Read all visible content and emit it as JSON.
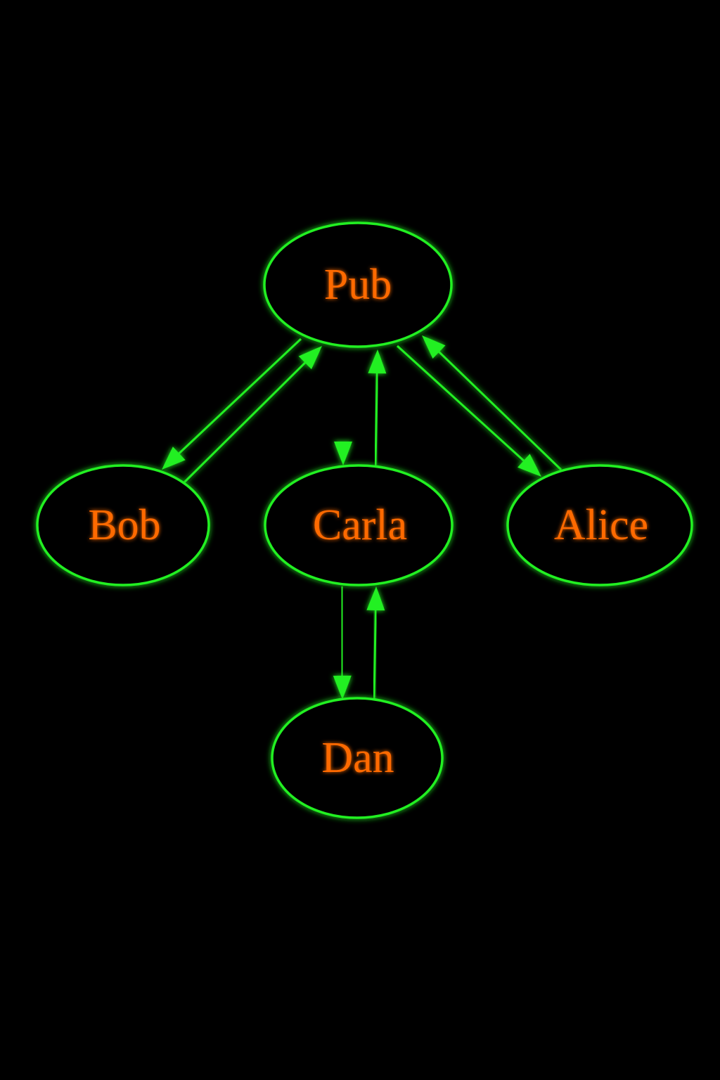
{
  "colors": {
    "background": "#000000",
    "stroke": "#22f022",
    "label": "#ff6a00"
  },
  "nodes": [
    {
      "id": "pub",
      "label": "Pub"
    },
    {
      "id": "bob",
      "label": "Bob"
    },
    {
      "id": "carla",
      "label": "Carla"
    },
    {
      "id": "alice",
      "label": "Alice"
    },
    {
      "id": "dan",
      "label": "Dan"
    }
  ],
  "edges": [
    {
      "from": "pub",
      "to": "bob"
    },
    {
      "from": "bob",
      "to": "pub"
    },
    {
      "from": "pub",
      "to": "carla"
    },
    {
      "from": "carla",
      "to": "pub"
    },
    {
      "from": "pub",
      "to": "alice"
    },
    {
      "from": "alice",
      "to": "pub"
    },
    {
      "from": "carla",
      "to": "dan"
    },
    {
      "from": "dan",
      "to": "carla"
    }
  ]
}
